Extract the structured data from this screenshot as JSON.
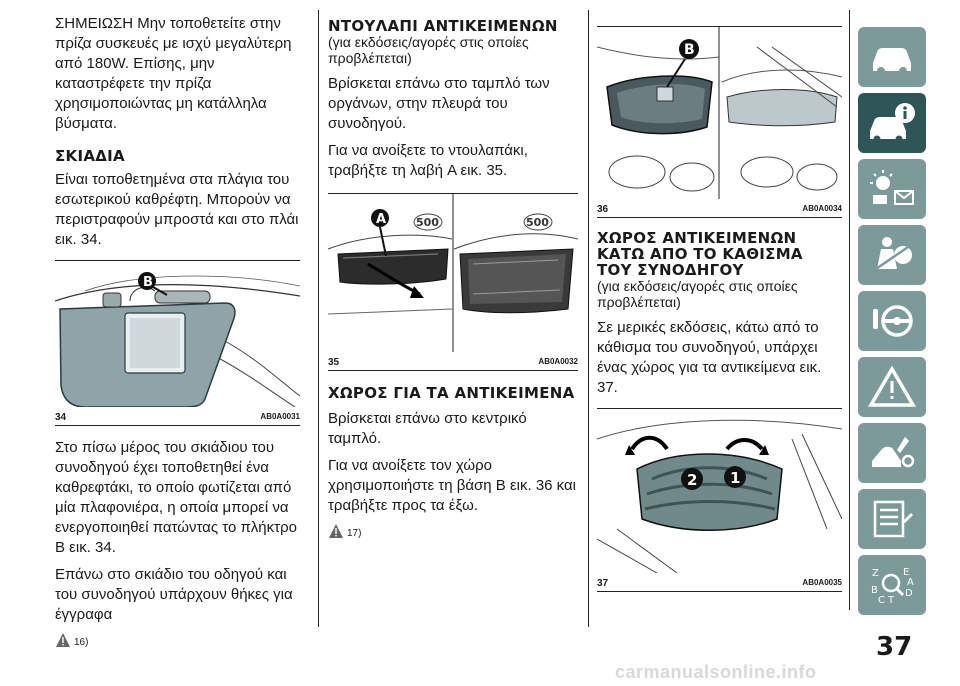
{
  "column1": {
    "intro": "ΣΗΜΕΙΩΣΗ Μην τοποθετείτε στην πρίζα συσκευές με ισχύ μεγαλύτερη από 180W. Επίσης, μην καταστρέφετε την πρίζα χρησιμοποιώντας μη κατάλληλα βύσματα.",
    "heading": "ΣΚΙΑΔΙΑ",
    "p1": "Είναι τοποθετημένα στα πλάγια του εσωτερικού καθρέφτη. Μπορούν να περιστραφούν μπροστά και στο πλάι εικ. 34.",
    "fig": {
      "num": "34",
      "code": "AB0A0031",
      "label": "B"
    },
    "p2": "Στο πίσω μέρος του σκιάδιου του συνοδηγού έχει τοποθετηθεί ένα καθρεφτάκι, το οποίο φωτίζεται από μία πλαφονιέρα, η οποία μπορεί να ενεργοποιηθεί πατώντας το πλήκτρο B εικ. 34.",
    "p3": "Επάνω στο σκιάδιο του οδηγού και του συνοδηγού υπάρχουν θήκες για έγγραφα",
    "note": "16)"
  },
  "column2": {
    "heading": "ΝΤΟΥΛΑΠΙ ΑΝΤΙΚΕΙΜΕΝΩΝ",
    "sub": "(για εκδόσεις/αγορές στις οποίες προβλέπεται)",
    "p1": "Βρίσκεται επάνω στο ταμπλό των οργάνων, στην πλευρά του συνοδηγού.",
    "p2": "Για να ανοίξετε το ντουλαπάκι, τραβήξτε τη λαβή A εικ. 35.",
    "fig": {
      "num": "35",
      "code": "AB0A0032",
      "label": "A",
      "badge": "500"
    },
    "heading2": "ΧΩΡΟΣ ΓΙΑ ΤΑ ΑΝΤΙΚΕΙΜΕΝΑ",
    "p3": "Βρίσκεται επάνω στο κεντρικό ταμπλό.",
    "p4": "Για να ανοίξετε τον χώρο χρησιμοποιήστε τη βάση B εικ. 36 και τραβήξτε προς τα έξω.",
    "note": "17)"
  },
  "column3": {
    "fig36": {
      "num": "36",
      "code": "AB0A0034",
      "label": "B"
    },
    "heading": "ΧΩΡΟΣ ΑΝΤΙΚΕΙΜΕΝΩΝ ΚΑΤΩ ΑΠΟ ΤΟ ΚΑΘΙΣΜΑ ΤΟΥ ΣΥΝΟΔΗΓΟΥ",
    "sub": "(για εκδόσεις/αγορές στις οποίες προβλέπεται)",
    "p1": "Σε μερικές εκδόσεις, κάτω από το κάθισμα του συνοδηγού, υπάρχει ένας χώρος για τα αντικείμενα εικ. 37.",
    "fig37": {
      "num": "37",
      "code": "AB0A0035",
      "label1": "1",
      "label2": "2"
    }
  },
  "sidebar": {
    "tabs": [
      "car-icon",
      "car-info-icon",
      "dashboard-lights-icon",
      "airbag-safety-icon",
      "steering-wheel-icon",
      "warning-triangle-icon",
      "service-tools-icon",
      "specifications-list-icon",
      "index-letters-icon"
    ],
    "active_index": 1,
    "index_letters": [
      "Z",
      "E",
      "B",
      "C",
      "T",
      "D",
      "A"
    ],
    "inactive_color": "#7d9a9a",
    "active_color": "#2f5656"
  },
  "page_number": "37",
  "footer": "carmanualsonline.info"
}
